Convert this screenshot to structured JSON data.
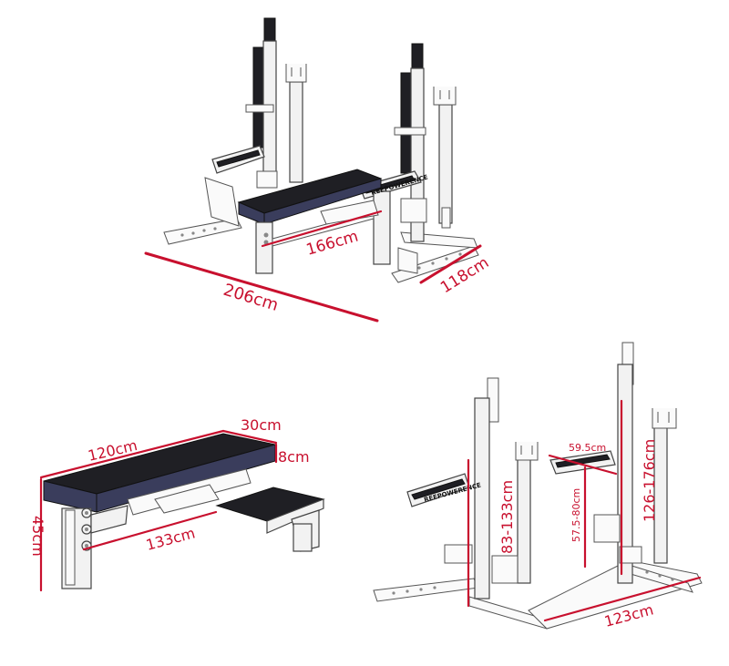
{
  "views": {
    "full_set": {
      "dimensions": {
        "length": "206cm",
        "bench_length": "166cm",
        "width": "118cm"
      },
      "brand_label": "REEPOWERENCE"
    },
    "bench": {
      "dimensions": {
        "pad_length": "120cm",
        "pad_width": "30cm",
        "pad_thickness": "8cm",
        "height": "45cm",
        "frame_length": "133cm"
      }
    },
    "rack": {
      "dimensions": {
        "upright_height_range": "83-133cm",
        "spotter_height_range": "57.5-80cm",
        "spotter_depth": "59.5cm",
        "rear_upright_range": "126-176cm",
        "width": "123cm"
      },
      "brand_label": "REEPOWERENCE"
    }
  },
  "colors": {
    "dimension_line": "#c8102e",
    "pad": "#3a3d5c",
    "frame": "#f2f2f2",
    "outline": "#444444"
  }
}
